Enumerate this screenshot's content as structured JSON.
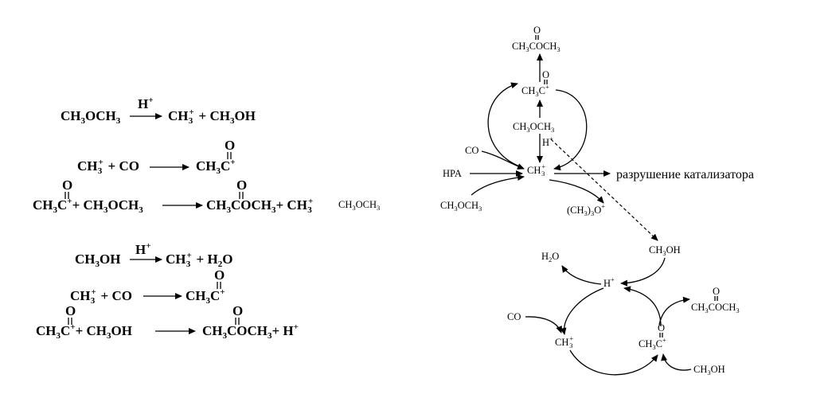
{
  "left_equations": {
    "eq1": {
      "catalyst": "H+"
    },
    "eq4": {
      "catalyst": "H+"
    },
    "side_label": "CH3OCH3"
  },
  "right_cycle": {
    "top_ester": "CH3COCH3",
    "acyl_upper": "CH3C+",
    "dme_middle": "CH3OCH3",
    "proton_mid": "H+",
    "co_in": "CO",
    "hpa": "HPA",
    "methyl_center": "CH3+",
    "dme_in": "CH3OCH3",
    "trimethyloxonium": "(CH3)3O+",
    "destruction_label": "разрушение катализатора",
    "methanol_link": "CH3OH",
    "water": "H2O",
    "proton_lower": "H+",
    "co_lower": "CO",
    "methyl_lower": "CH3+",
    "acyl_lower": "CH3C+",
    "ester_lower": "CH3COCH3",
    "methanol_lower": "CH3OH"
  },
  "colors": {
    "ink": "#000000",
    "background": "#ffffff"
  }
}
